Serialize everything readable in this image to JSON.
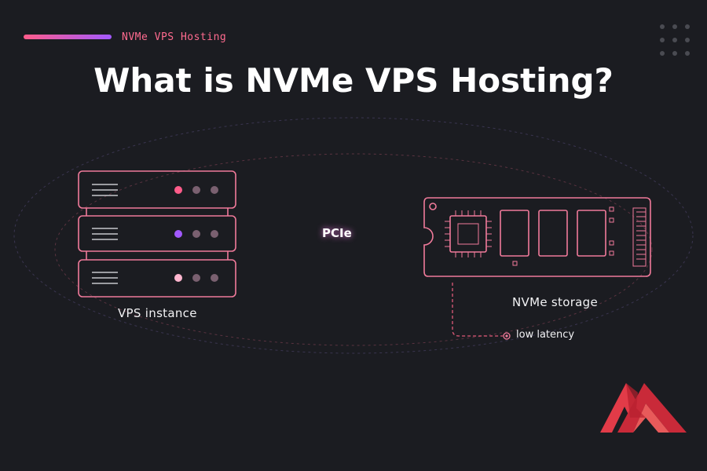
{
  "header": {
    "kicker": "NVMe VPS Hosting",
    "title": "What is NVMe VPS Hosting?"
  },
  "diagram": {
    "server_label": "VPS instance",
    "link_label": "PCIe",
    "storage_label": "NVMe storage",
    "latency_label": "low latency"
  },
  "colors": {
    "background": "#1b1c21",
    "accent_pink": "#ff6b8f",
    "accent_purple": "#a259ff",
    "outline": "#f07a9a",
    "logo_red": "#e23b48"
  },
  "icons": {
    "server_rack": "server-rack-icon",
    "nvme_drive": "nvme-drive-icon",
    "latency_marker": "target-dot-icon",
    "decor_dots": "dot-grid-icon",
    "brand_logo": "m-logo-icon"
  }
}
